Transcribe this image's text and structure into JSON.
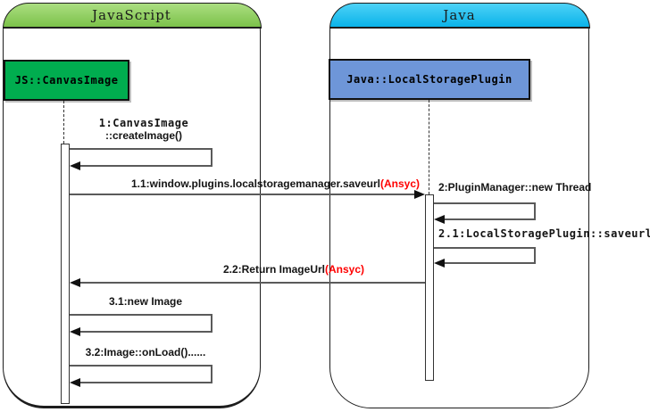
{
  "lanes": {
    "javascript": {
      "title": "JavaScript",
      "object_label": "JS::CanvasImage"
    },
    "java": {
      "title": "Java",
      "object_label": "Java::LocalStoragePlugin"
    }
  },
  "messages": {
    "m1": {
      "line1": "1:CanvasImage",
      "line2": "::createImage()"
    },
    "m1_1": {
      "text": "1.1:window.plugins.localstoragemanager.saveurl",
      "async": "(Ansyc)"
    },
    "m2": {
      "text": "2:PluginManager::new Thread"
    },
    "m2_1": {
      "text": "2.1:LocalStoragePlugin::saveurl"
    },
    "m2_2": {
      "text": "2.2:Return ImageUrl",
      "async": "(Ansyc)"
    },
    "m3_1": {
      "text": "3.1:new Image"
    },
    "m3_2": {
      "text": "3.2:Image::onLoad()......"
    }
  },
  "colors": {
    "js_header_top": "#abde81",
    "js_header_bottom": "#7cc24a",
    "java_header_top": "#4ed2f7",
    "java_header_bottom": "#0ab3e9",
    "js_object_fill": "#00ad4f",
    "java_object_fill": "#6e96d8",
    "async_text": "#ff0000",
    "line": "#5a5a5a"
  }
}
